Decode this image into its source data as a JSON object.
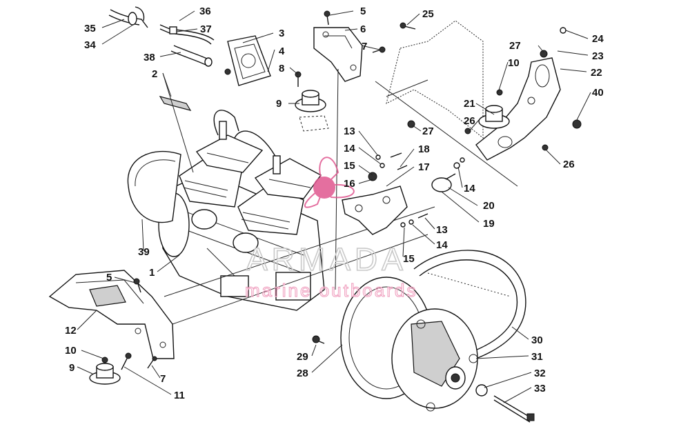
{
  "watermark": {
    "brand": "ARMADA",
    "tagline": "marine outboards",
    "brand_color": "#e0568f"
  },
  "callouts": [
    {
      "id": "c35",
      "num": "35"
    },
    {
      "id": "c34",
      "num": "34"
    },
    {
      "id": "c36",
      "num": "36"
    },
    {
      "id": "c37",
      "num": "37"
    },
    {
      "id": "c38",
      "num": "38"
    },
    {
      "id": "c2",
      "num": "2"
    },
    {
      "id": "c3",
      "num": "3"
    },
    {
      "id": "c4",
      "num": "4"
    },
    {
      "id": "c8",
      "num": "8"
    },
    {
      "id": "c9a",
      "num": "9"
    },
    {
      "id": "c5a",
      "num": "5"
    },
    {
      "id": "c6",
      "num": "6"
    },
    {
      "id": "c7a",
      "num": "7"
    },
    {
      "id": "c25",
      "num": "25"
    },
    {
      "id": "c24",
      "num": "24"
    },
    {
      "id": "c27a",
      "num": "27"
    },
    {
      "id": "c23",
      "num": "23"
    },
    {
      "id": "c10a",
      "num": "10"
    },
    {
      "id": "c22",
      "num": "22"
    },
    {
      "id": "c40",
      "num": "40"
    },
    {
      "id": "c21",
      "num": "21"
    },
    {
      "id": "c26a",
      "num": "26"
    },
    {
      "id": "c27b",
      "num": "27"
    },
    {
      "id": "c26b",
      "num": "26"
    },
    {
      "id": "c13a",
      "num": "13"
    },
    {
      "id": "c14a",
      "num": "14"
    },
    {
      "id": "c15a",
      "num": "15"
    },
    {
      "id": "c16",
      "num": "16"
    },
    {
      "id": "c18",
      "num": "18"
    },
    {
      "id": "c17",
      "num": "17"
    },
    {
      "id": "c14b",
      "num": "14"
    },
    {
      "id": "c20",
      "num": "20"
    },
    {
      "id": "c19",
      "num": "19"
    },
    {
      "id": "c13b",
      "num": "13"
    },
    {
      "id": "c14c",
      "num": "14"
    },
    {
      "id": "c15b",
      "num": "15"
    },
    {
      "id": "c39",
      "num": "39"
    },
    {
      "id": "c1",
      "num": "1"
    },
    {
      "id": "c5b",
      "num": "5"
    },
    {
      "id": "c12",
      "num": "12"
    },
    {
      "id": "c10b",
      "num": "10"
    },
    {
      "id": "c9b",
      "num": "9"
    },
    {
      "id": "c7b",
      "num": "7"
    },
    {
      "id": "c11",
      "num": "11"
    },
    {
      "id": "c29",
      "num": "29"
    },
    {
      "id": "c28",
      "num": "28"
    },
    {
      "id": "c30",
      "num": "30"
    },
    {
      "id": "c31",
      "num": "31"
    },
    {
      "id": "c32",
      "num": "32"
    },
    {
      "id": "c33",
      "num": "33"
    }
  ]
}
